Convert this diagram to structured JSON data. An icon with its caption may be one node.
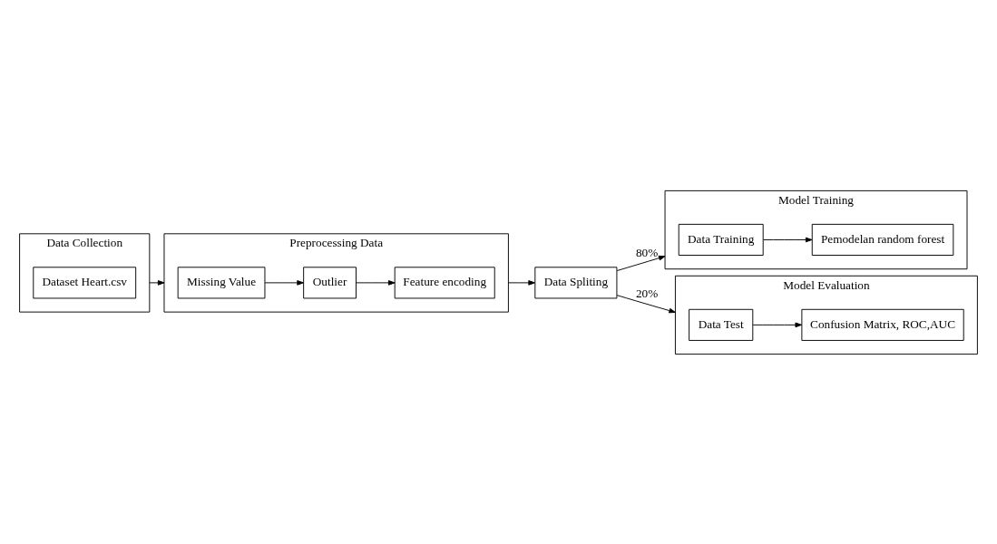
{
  "diagram": {
    "nodes": [
      {
        "text": [
          "Data Collection"
        ]
      },
      {
        "text": [
          "Dataset Heart.csv"
        ],
        "in": 0
      },
      {
        "text": [
          "Preprocessing Data"
        ]
      },
      {
        "text": [
          "Missing Value"
        ],
        "in": 2
      },
      {
        "text": [
          "Outlier"
        ],
        "in": 2
      },
      {
        "text": [
          "Feature encoding"
        ],
        "in": 2
      },
      {
        "text": [
          "Data Spliting"
        ]
      },
      {
        "text": [
          "Model Training"
        ]
      },
      {
        "text": [
          "Data Training"
        ],
        "in": 7
      },
      {
        "text": [
          "Pemodelan random forest"
        ],
        "in": 7
      },
      {
        "text": [
          "Model Evaluation"
        ]
      },
      {
        "text": [
          "Data Test"
        ],
        "in": 10
      },
      {
        "text": [
          "Confusion Matrix, ROC,AUC"
        ],
        "in": 10
      }
    ],
    "edges": [
      {
        "from": 0,
        "to": 2,
        "arrow": "to"
      },
      {
        "from": 3,
        "to": 4,
        "arrow": "to"
      },
      {
        "from": 4,
        "to": 5,
        "arrow": "to"
      },
      {
        "from": 2,
        "to": 6,
        "arrow": "to"
      },
      {
        "from": 6,
        "to": 7,
        "label": "80%",
        "arrow": "to"
      },
      {
        "from": 6,
        "to": 10,
        "label": "20%",
        "arrow": "to"
      },
      {
        "from": 8,
        "to": 9,
        "arrow": "to"
      },
      {
        "from": 11,
        "to": 12,
        "arrow": "to"
      }
    ]
  }
}
